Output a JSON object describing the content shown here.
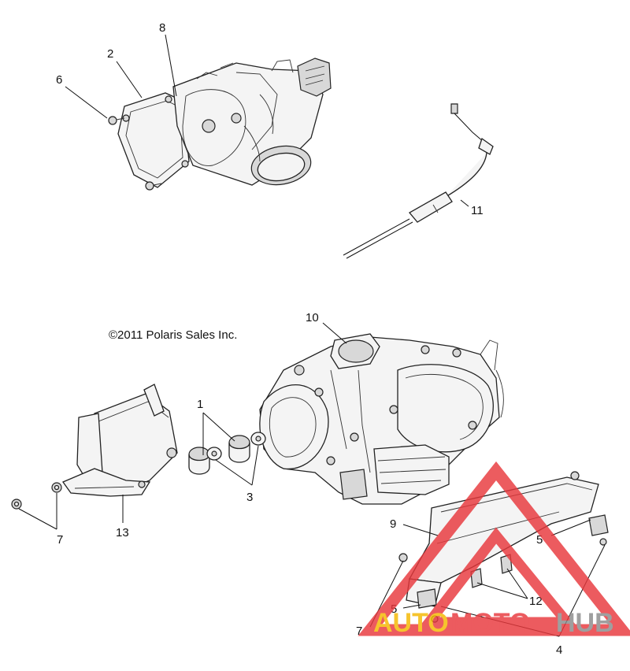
{
  "copyright": "©2011 Polaris Sales Inc.",
  "callouts": [
    {
      "id": "c1",
      "text": "1"
    },
    {
      "id": "c2",
      "text": "2"
    },
    {
      "id": "c3",
      "text": "3"
    },
    {
      "id": "c4",
      "text": "4"
    },
    {
      "id": "c5a",
      "text": "5"
    },
    {
      "id": "c5b",
      "text": "5"
    },
    {
      "id": "c6",
      "text": "6"
    },
    {
      "id": "c7a",
      "text": "7"
    },
    {
      "id": "c7b",
      "text": "7"
    },
    {
      "id": "c8",
      "text": "8"
    },
    {
      "id": "c9",
      "text": "9"
    },
    {
      "id": "c10",
      "text": "10"
    },
    {
      "id": "c11",
      "text": "11"
    },
    {
      "id": "c12",
      "text": "12"
    },
    {
      "id": "c13",
      "text": "13"
    }
  ],
  "watermark": {
    "part1": "AUTO",
    "part2": "MOTO",
    "part3": "HUB",
    "color_auto": "#f5b800",
    "color_moto": "#e8383c",
    "color_hub": "#8a8a8a"
  }
}
